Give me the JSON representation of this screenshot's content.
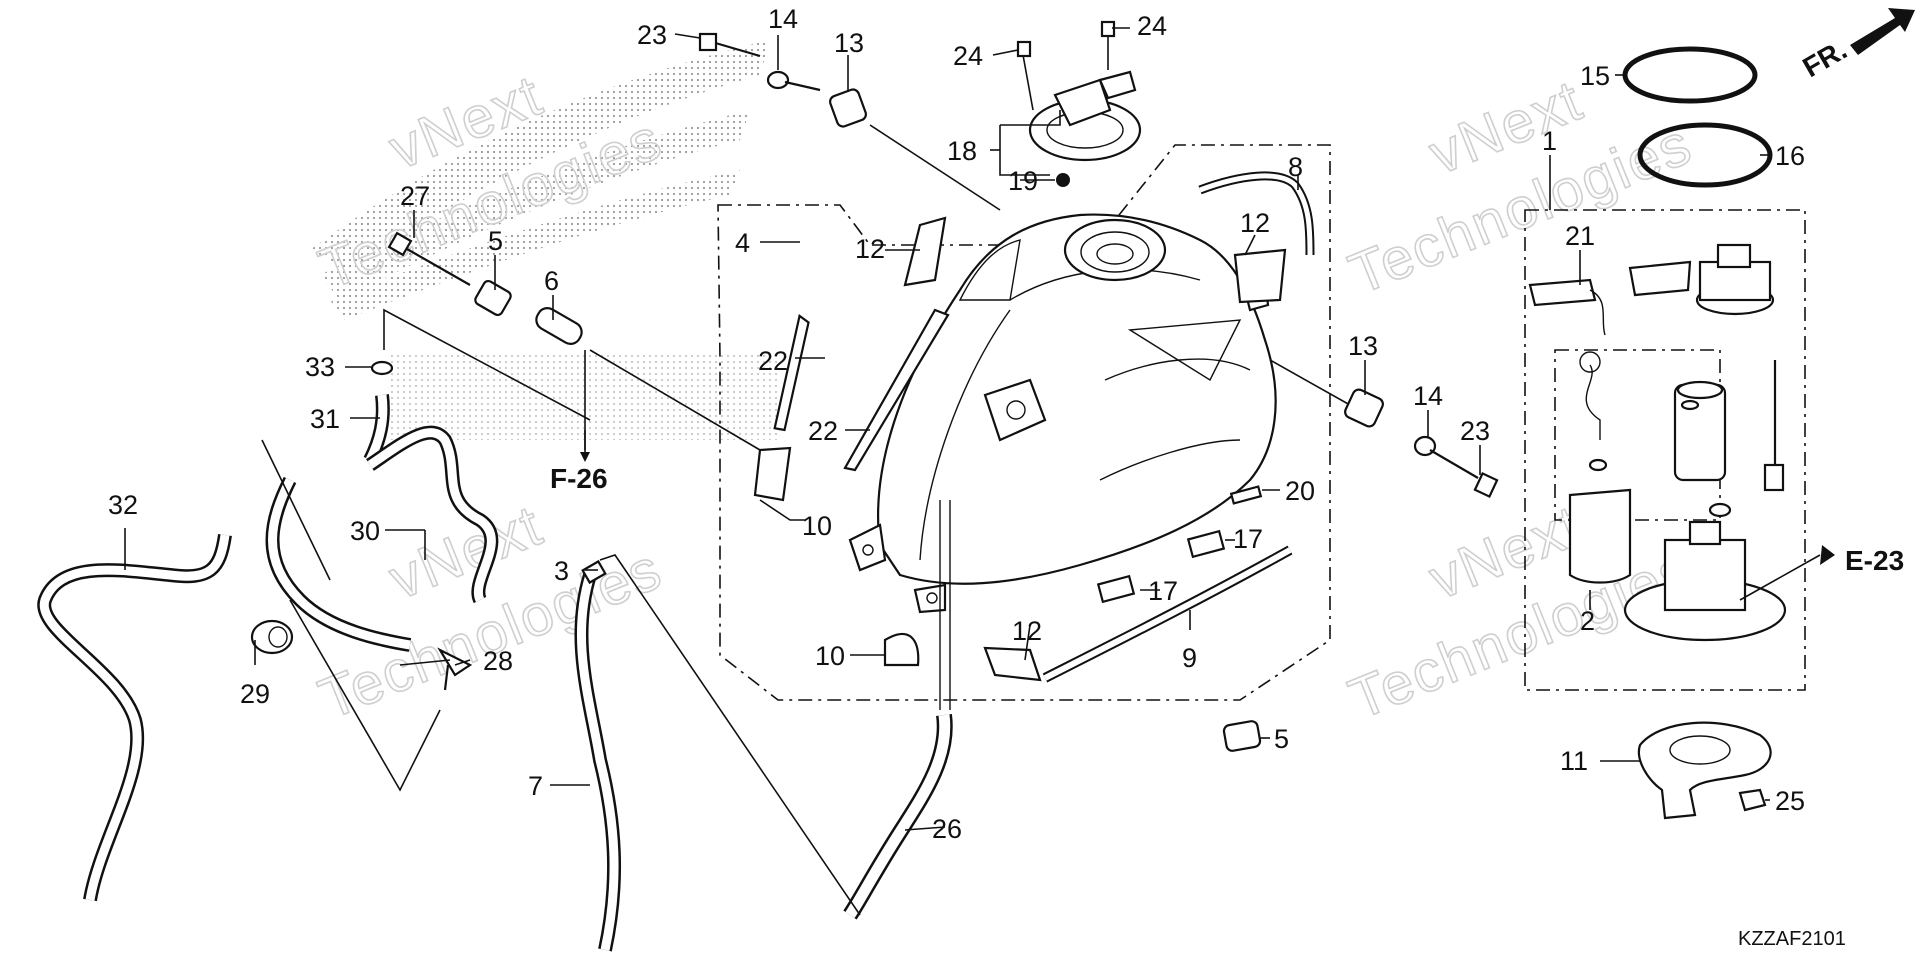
{
  "diagram": {
    "code": "KZZAF2101",
    "refs": {
      "f26": "F-26",
      "e23": "E-23",
      "fr": "FR."
    },
    "watermark": {
      "line1": "vNext",
      "line2": "Technologies"
    },
    "callouts": [
      {
        "id": "c23a",
        "label": "23"
      },
      {
        "id": "c14a",
        "label": "14"
      },
      {
        "id": "c13a",
        "label": "13"
      },
      {
        "id": "c24a",
        "label": "24"
      },
      {
        "id": "c24b",
        "label": "24"
      },
      {
        "id": "c18",
        "label": "18"
      },
      {
        "id": "c19",
        "label": "19"
      },
      {
        "id": "c8",
        "label": "8"
      },
      {
        "id": "c12a",
        "label": "12"
      },
      {
        "id": "c12b",
        "label": "12"
      },
      {
        "id": "c4",
        "label": "4"
      },
      {
        "id": "c27",
        "label": "27"
      },
      {
        "id": "c5a",
        "label": "5"
      },
      {
        "id": "c6",
        "label": "6"
      },
      {
        "id": "c33",
        "label": "33"
      },
      {
        "id": "c31",
        "label": "31"
      },
      {
        "id": "c32",
        "label": "32"
      },
      {
        "id": "c30",
        "label": "30"
      },
      {
        "id": "c22a",
        "label": "22"
      },
      {
        "id": "c22b",
        "label": "22"
      },
      {
        "id": "c10a",
        "label": "10"
      },
      {
        "id": "c10b",
        "label": "10"
      },
      {
        "id": "c3",
        "label": "3"
      },
      {
        "id": "c28",
        "label": "28"
      },
      {
        "id": "c29",
        "label": "29"
      },
      {
        "id": "c7",
        "label": "7"
      },
      {
        "id": "c26",
        "label": "26"
      },
      {
        "id": "c12c",
        "label": "12"
      },
      {
        "id": "c9",
        "label": "9"
      },
      {
        "id": "c5b",
        "label": "5"
      },
      {
        "id": "c17a",
        "label": "17"
      },
      {
        "id": "c17b",
        "label": "17"
      },
      {
        "id": "c20",
        "label": "20"
      },
      {
        "id": "c13b",
        "label": "13"
      },
      {
        "id": "c14b",
        "label": "14"
      },
      {
        "id": "c23b",
        "label": "23"
      },
      {
        "id": "c15",
        "label": "15"
      },
      {
        "id": "c16",
        "label": "16"
      },
      {
        "id": "c1",
        "label": "1"
      },
      {
        "id": "c21",
        "label": "21"
      },
      {
        "id": "c2",
        "label": "2"
      },
      {
        "id": "c11",
        "label": "11"
      },
      {
        "id": "c25",
        "label": "25"
      }
    ]
  }
}
